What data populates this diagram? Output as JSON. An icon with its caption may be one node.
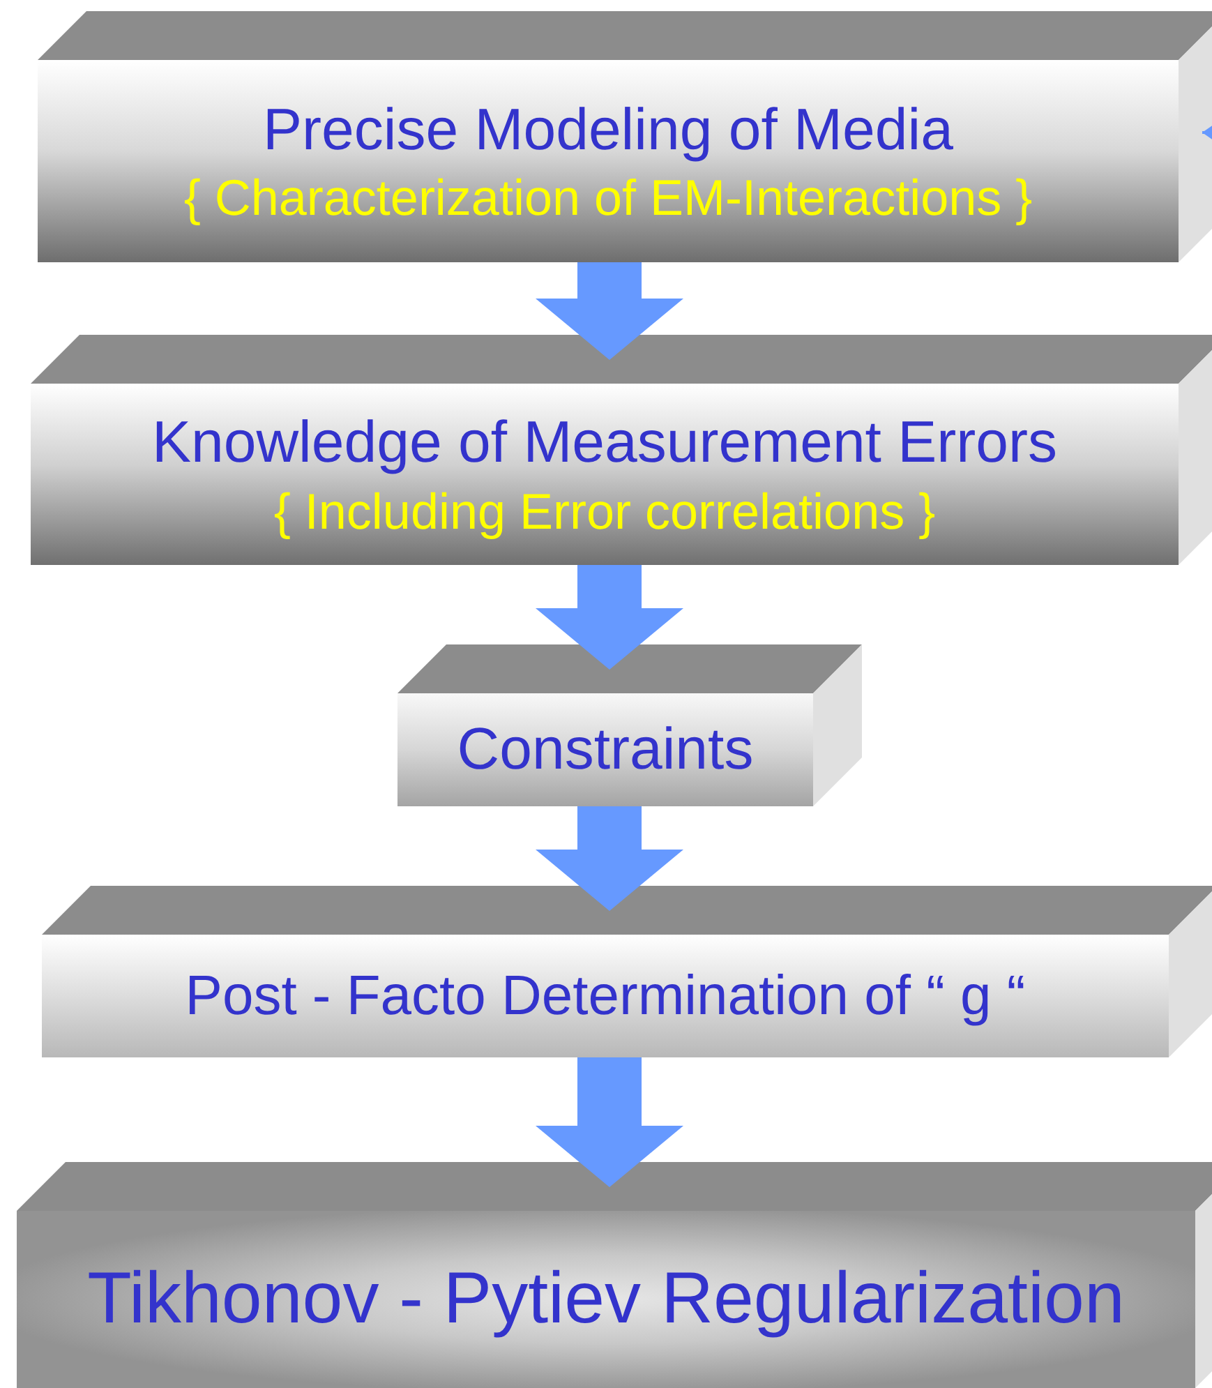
{
  "diagram": {
    "nodes": [
      {
        "text": [
          "Precise Modeling of Media",
          "{ Characterization of EM-Interactions }"
        ]
      },
      {
        "text": [
          "Knowledge of Measurement Errors",
          "{ Including Error correlations }"
        ]
      },
      {
        "text": [
          "Constraints"
        ]
      },
      {
        "text": [
          "Post - Facto Determination of  “ g “"
        ]
      },
      {
        "text": [
          "Tikhonov - Pytiev Regularization"
        ]
      }
    ],
    "edges": [
      {
        "from": 0,
        "to": 1,
        "arrow": "to"
      },
      {
        "from": 1,
        "to": 2,
        "arrow": "to"
      },
      {
        "from": 2,
        "to": 3,
        "arrow": "to"
      },
      {
        "from": 3,
        "to": 4,
        "arrow": "to"
      },
      {
        "from": null,
        "to": 0,
        "arrow": "to"
      }
    ]
  }
}
